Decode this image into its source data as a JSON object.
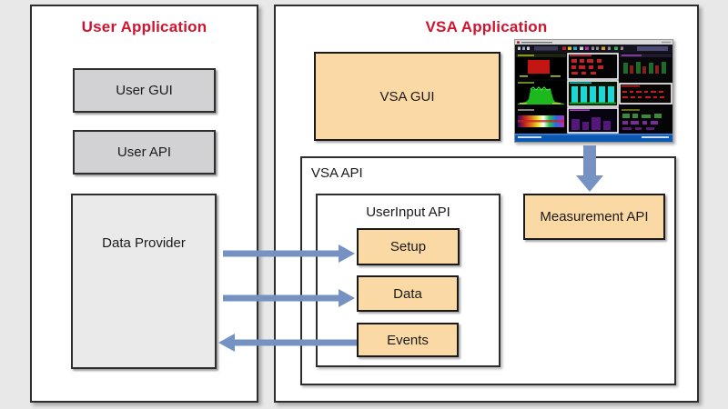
{
  "colors": {
    "background": "#e8e8e8",
    "box_fill": "#ffffff",
    "border_dark": "#2e2e2e",
    "title_red": "#d0142f",
    "tan_fill": "#fbd9a4",
    "gray_fill": "#d2d2d5",
    "light_gray_fill": "#eaeaea",
    "arrow_blue": "#7592c3"
  },
  "user_application": {
    "title": "User Application",
    "user_gui_label": "User GUI",
    "user_api_label": "User API",
    "data_provider_label": "Data Provider"
  },
  "vsa_application": {
    "title": "VSA Application",
    "vsa_gui_label": "VSA GUI",
    "vsa_api_label": "VSA API",
    "userinput_api_label": "UserInput API",
    "setup_label": "Setup",
    "data_label": "Data",
    "events_label": "Events",
    "measurement_api_label": "Measurement API"
  },
  "icons": {
    "vsa_screenshot_thumbnail": "vsa-analyzer-screenshot"
  },
  "arrows": {
    "data_provider_to_setup": "right",
    "data_provider_to_data": "right",
    "events_to_data_provider": "left",
    "screenshot_to_measurement_api": "down"
  }
}
